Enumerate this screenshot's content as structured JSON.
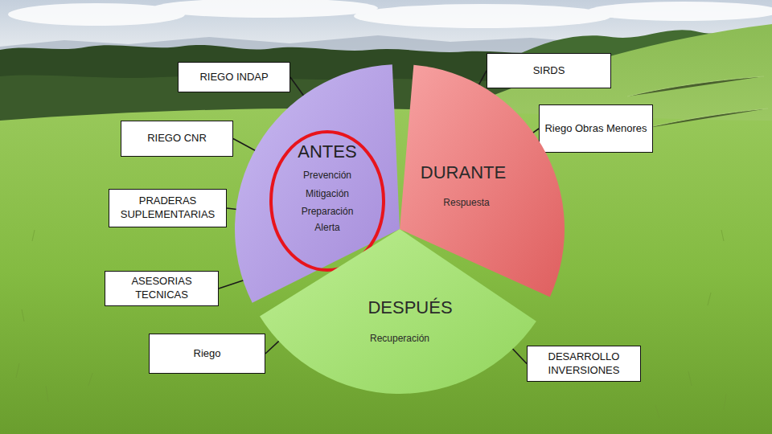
{
  "diagram": {
    "nodes": [
      {
        "text": [
          "RIEGO INDAP"
        ]
      },
      {
        "text": [
          "SIRDS"
        ]
      },
      {
        "text": [
          "RIEGO CNR"
        ]
      },
      {
        "text": [
          "Riego Obras Menores"
        ]
      },
      {
        "text": [
          "ANTES",
          "Prevención",
          "Mitigación",
          "Preparación",
          "Alerta"
        ]
      },
      {
        "text": [
          "DURANTE",
          "Respuesta"
        ]
      },
      {
        "text": [
          "PRADERAS SUPLEMENTARIAS"
        ]
      },
      {
        "text": [
          "ASESORIAS TECNICAS"
        ]
      },
      {
        "text": [
          "DESPUÉS",
          "Recuperación"
        ]
      },
      {
        "text": [
          "Riego"
        ]
      },
      {
        "text": [
          "DESARROLLO INVERSIONES"
        ]
      }
    ],
    "edges": [
      {
        "from": 0,
        "to": 4,
        "arrow": "none"
      },
      {
        "from": 1,
        "to": 5,
        "arrow": "none"
      },
      {
        "from": 2,
        "to": 4,
        "arrow": "none"
      },
      {
        "from": 3,
        "to": 5,
        "arrow": "none"
      },
      {
        "from": 6,
        "to": 4,
        "arrow": "none"
      },
      {
        "from": 7,
        "to": 4,
        "arrow": "none"
      },
      {
        "from": 9,
        "to": 8,
        "arrow": "none"
      },
      {
        "from": 10,
        "to": 8,
        "arrow": "none"
      }
    ]
  }
}
